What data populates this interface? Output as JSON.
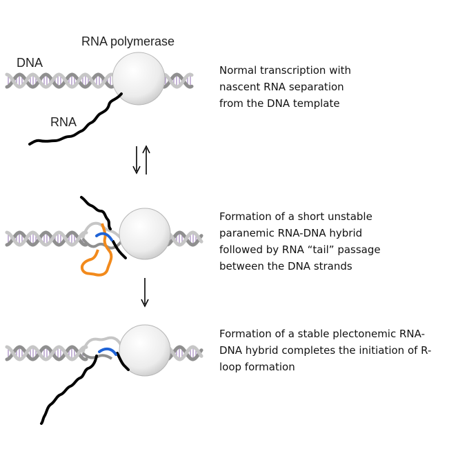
{
  "labels": {
    "rna_polymerase": "RNA polymerase",
    "dna": "DNA",
    "rna": "RNA"
  },
  "steps": [
    {
      "caption_lines": [
        "Normal transcription with",
        "nascent RNA separation",
        "from the DNA template"
      ]
    },
    {
      "caption_lines": [
        "Formation of a short unstable",
        "paranemic RNA-DNA hybrid",
        "followed by RNA “tail” passage",
        "between the DNA strands"
      ]
    },
    {
      "caption_lines": [
        "Formation of a stable plectonemic RNA-",
        "DNA hybrid completes the initiation of R-",
        "loop formation"
      ]
    }
  ],
  "arrows": {
    "step1_to_step2": "reversible (↓↑)",
    "step2_to_step3": "forward (↓)"
  },
  "colors": {
    "dna_dark": "#8f8f8f",
    "dna_light": "#c6c6c6",
    "dna_rungs": "#a98fc4",
    "polymerase_fill": "#f2f2f2",
    "rna": "#000000",
    "rna_dna_hybrid": "#1f63d6",
    "rna_tail_loop": "#f28a1c"
  },
  "icons": [
    "rna-polymerase-sphere",
    "dna-double-helix",
    "rna-strand"
  ]
}
